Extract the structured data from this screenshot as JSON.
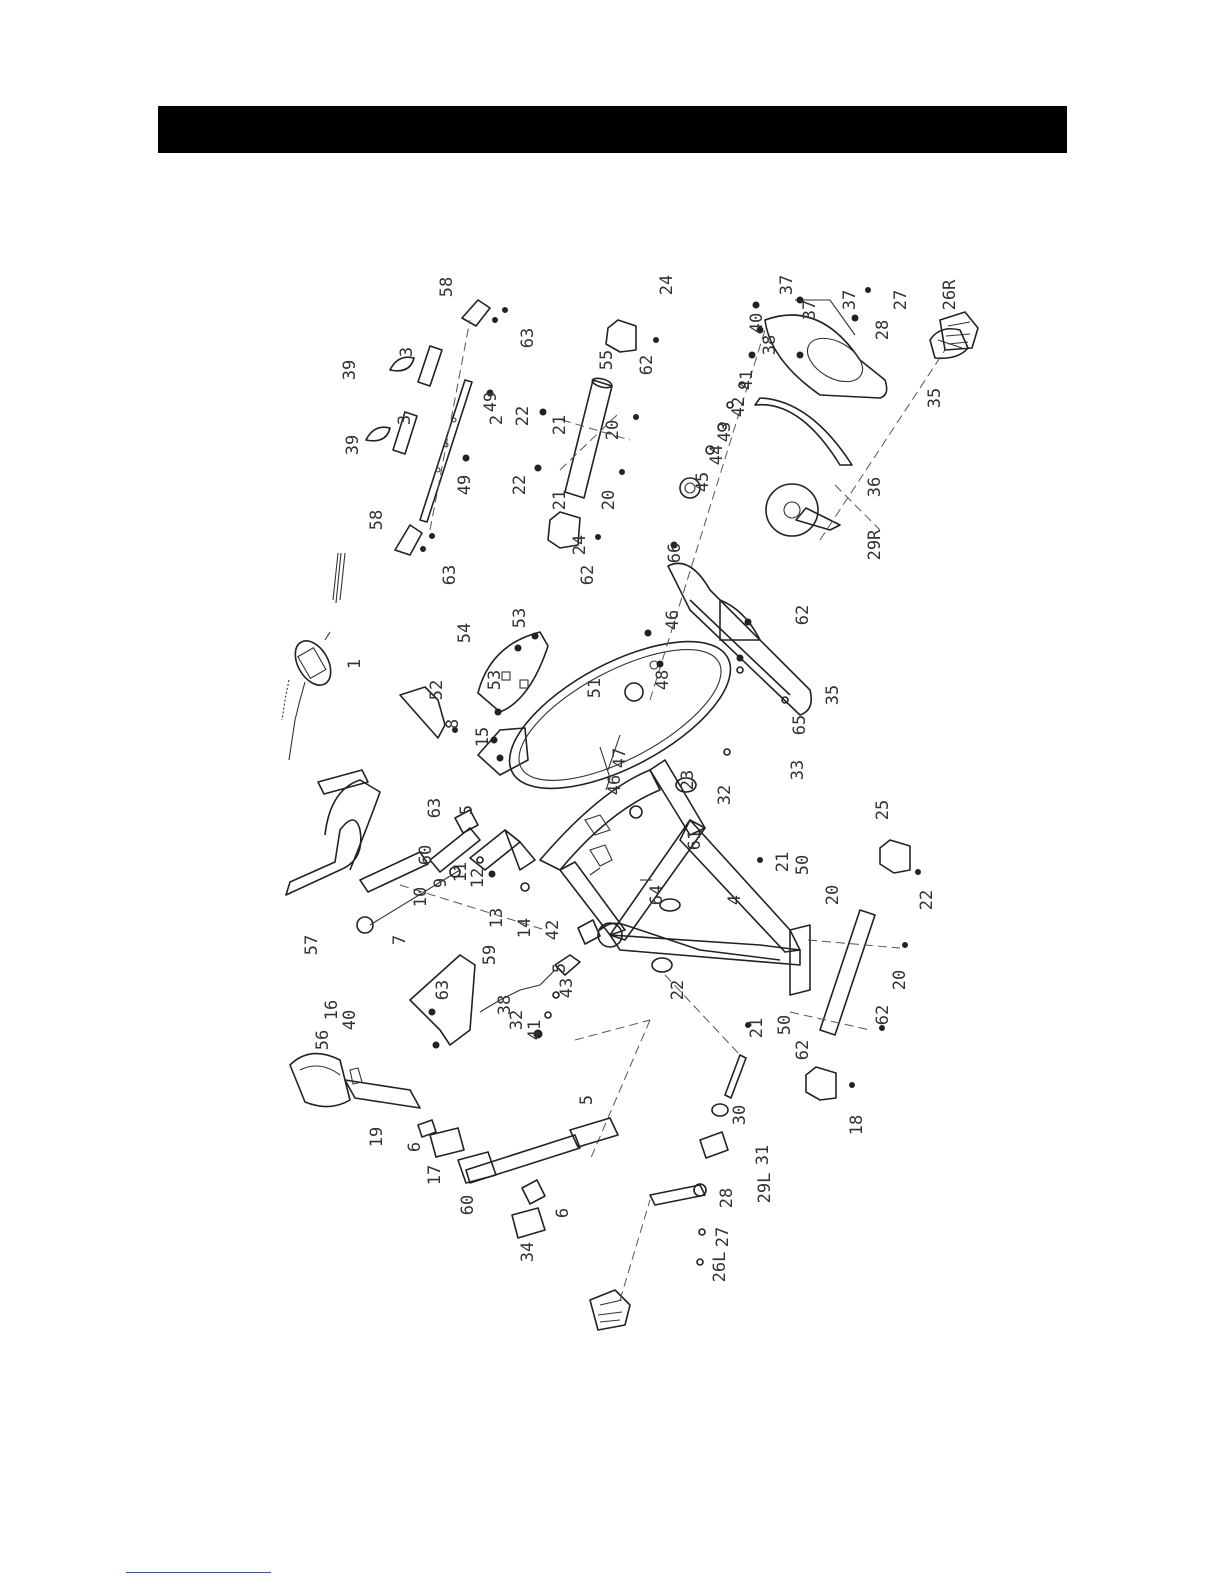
{
  "labels": [
    {
      "t": "58"
    },
    {
      "t": "39"
    },
    {
      "t": "3"
    },
    {
      "t": "39"
    },
    {
      "t": "3"
    },
    {
      "t": "2"
    },
    {
      "t": "49"
    },
    {
      "t": "49"
    },
    {
      "t": "58"
    },
    {
      "t": "63"
    },
    {
      "t": "63"
    },
    {
      "t": "24"
    },
    {
      "t": "62"
    },
    {
      "t": "55"
    },
    {
      "t": "22"
    },
    {
      "t": "21"
    },
    {
      "t": "20"
    },
    {
      "t": "22"
    },
    {
      "t": "21"
    },
    {
      "t": "20"
    },
    {
      "t": "24"
    },
    {
      "t": "62"
    },
    {
      "t": "37"
    },
    {
      "t": "37"
    },
    {
      "t": "37"
    },
    {
      "t": "27"
    },
    {
      "t": "26R"
    },
    {
      "t": "38"
    },
    {
      "t": "40"
    },
    {
      "t": "41"
    },
    {
      "t": "42"
    },
    {
      "t": "43"
    },
    {
      "t": "44"
    },
    {
      "t": "45"
    },
    {
      "t": "28"
    },
    {
      "t": "35"
    },
    {
      "t": "36"
    },
    {
      "t": "29R"
    },
    {
      "t": "66"
    },
    {
      "t": "62"
    },
    {
      "t": "46"
    },
    {
      "t": "48"
    },
    {
      "t": "35"
    },
    {
      "t": "65"
    },
    {
      "t": "1"
    },
    {
      "t": "52"
    },
    {
      "t": "8"
    },
    {
      "t": "53"
    },
    {
      "t": "54"
    },
    {
      "t": "53"
    },
    {
      "t": "51"
    },
    {
      "t": "47"
    },
    {
      "t": "33"
    },
    {
      "t": "15"
    },
    {
      "t": "63"
    },
    {
      "t": "5"
    },
    {
      "t": "46"
    },
    {
      "t": "23"
    },
    {
      "t": "61"
    },
    {
      "t": "32"
    },
    {
      "t": "60"
    },
    {
      "t": "57"
    },
    {
      "t": "10"
    },
    {
      "t": "9"
    },
    {
      "t": "11"
    },
    {
      "t": "12"
    },
    {
      "t": "7"
    },
    {
      "t": "13"
    },
    {
      "t": "14"
    },
    {
      "t": "64"
    },
    {
      "t": "4"
    },
    {
      "t": "42"
    },
    {
      "t": "5"
    },
    {
      "t": "59"
    },
    {
      "t": "43"
    },
    {
      "t": "16"
    },
    {
      "t": "63"
    },
    {
      "t": "40"
    },
    {
      "t": "38"
    },
    {
      "t": "41"
    },
    {
      "t": "32"
    },
    {
      "t": "22"
    },
    {
      "t": "21"
    },
    {
      "t": "50"
    },
    {
      "t": "25"
    },
    {
      "t": "20"
    },
    {
      "t": "20"
    },
    {
      "t": "62"
    },
    {
      "t": "22"
    },
    {
      "t": "21"
    },
    {
      "t": "50"
    },
    {
      "t": "62"
    },
    {
      "t": "18"
    },
    {
      "t": "56"
    },
    {
      "t": "19"
    },
    {
      "t": "6"
    },
    {
      "t": "17"
    },
    {
      "t": "60"
    },
    {
      "t": "5"
    },
    {
      "t": "6"
    },
    {
      "t": "34"
    },
    {
      "t": "30"
    },
    {
      "t": "31"
    },
    {
      "t": "29L"
    },
    {
      "t": "28"
    },
    {
      "t": "27"
    },
    {
      "t": "26L"
    }
  ]
}
